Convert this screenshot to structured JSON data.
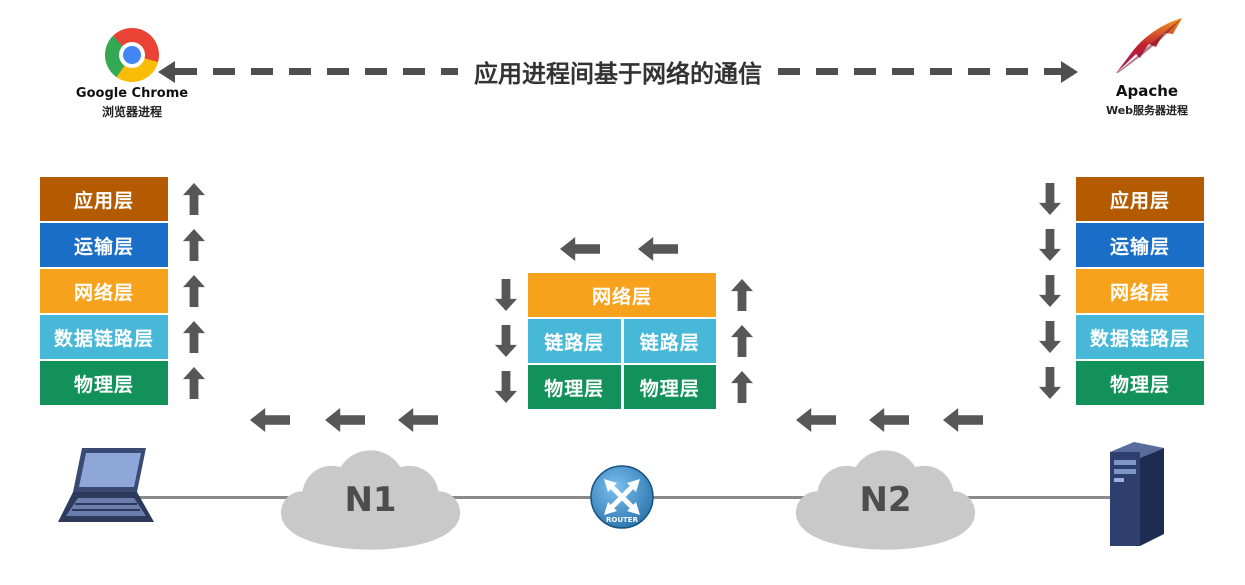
{
  "colors": {
    "application_layer": "#b45a00",
    "transport_layer": "#1b6ec8",
    "network_layer": "#f6a21c",
    "datalink_layer": "#47b8d8",
    "physical_layer": "#12925a",
    "arrow": "#575757",
    "cloud": "#c9c9c9"
  },
  "header": {
    "title": "应用进程间基于网络的通信",
    "chrome": {
      "name": "Google Chrome",
      "subtitle": "浏览器进程"
    },
    "apache": {
      "name": "Apache",
      "subtitle": "Web服务器进程"
    }
  },
  "stacks": {
    "left": [
      "应用层",
      "运输层",
      "网络层",
      "数据链路层",
      "物理层"
    ],
    "right": [
      "应用层",
      "运输层",
      "网络层",
      "数据链路层",
      "物理层"
    ],
    "router": {
      "network": "网络层",
      "link_left": "链路层",
      "link_right": "链路层",
      "phys_left": "物理层",
      "phys_right": "物理层"
    }
  },
  "network": {
    "cloud_left": "N1",
    "cloud_right": "N2",
    "router_label": "ROUTER"
  }
}
